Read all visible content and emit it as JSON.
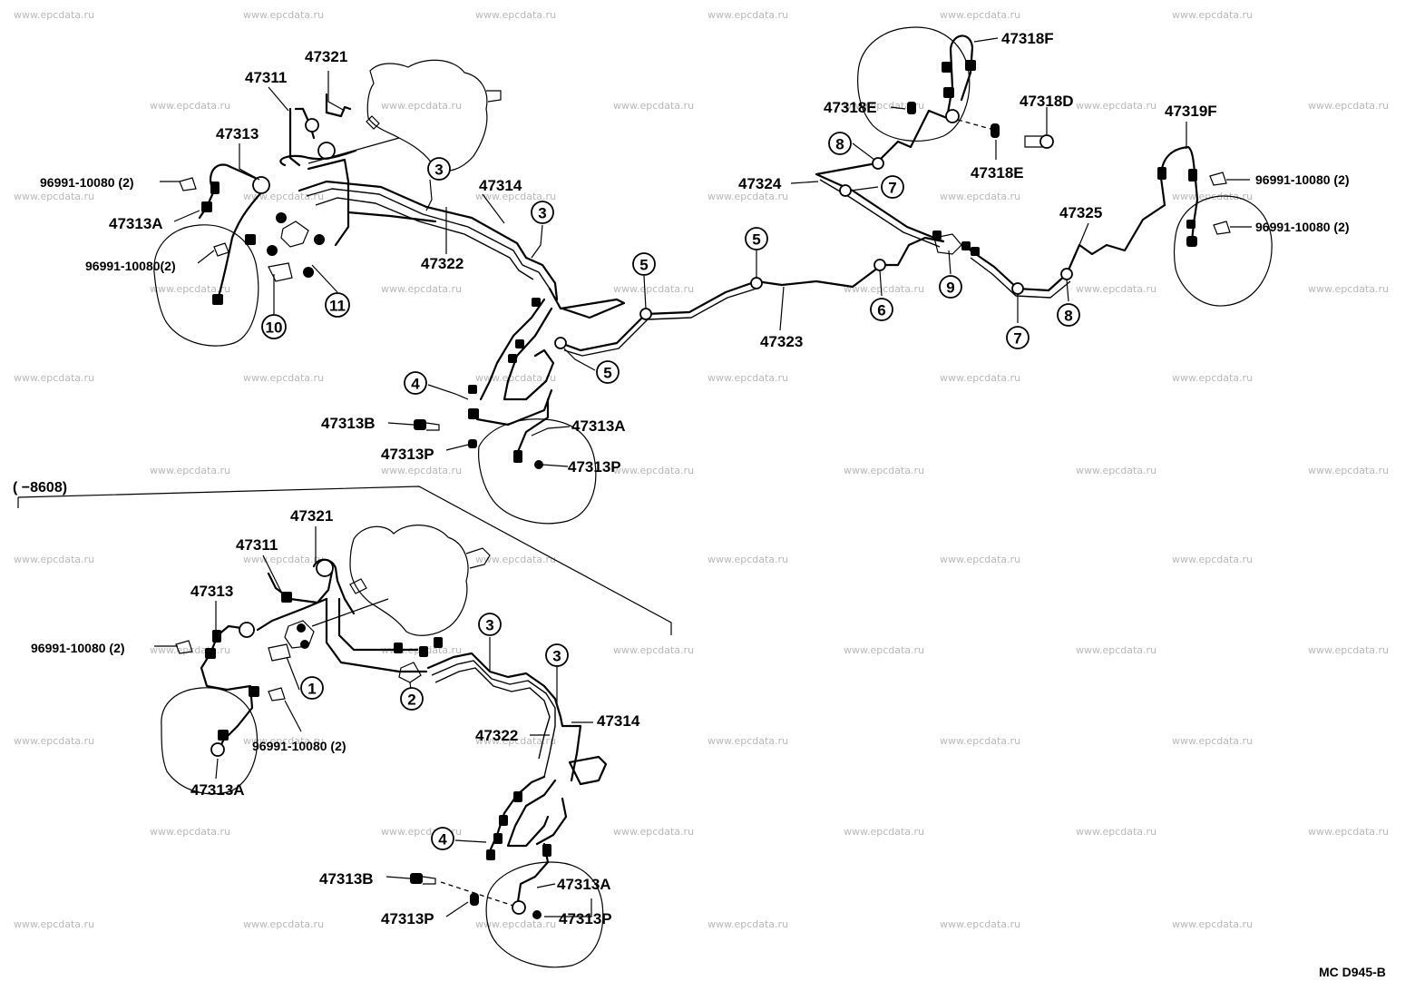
{
  "watermark": "www.epcdata.ru",
  "main_diagram": {
    "labels": {
      "p47321": "47321",
      "p47311": "47311",
      "p47313": "47313",
      "p96991_a": "96991-10080 (2)",
      "p47313A_a": "47313A",
      "p96991_b": "96991-10080(2)",
      "p47314": "47314",
      "p47322": "47322",
      "p47313B": "47313B",
      "p47313P_a": "47313P",
      "p47313A_b": "47313A",
      "p47313P_b": "47313P",
      "p47323": "47323",
      "p47324": "47324",
      "p47318F": "47318F",
      "p47318E_a": "47318E",
      "p47318D": "47318D",
      "p47318E_b": "47318E",
      "p47319F": "47319F",
      "p96991_c": "96991-10080 (2)",
      "p96991_d": "96991-10080 (2)",
      "p47325": "47325"
    },
    "callouts": {
      "c3a": "3",
      "c3b": "3",
      "c11": "11",
      "c10": "10",
      "c5a": "5",
      "c5b": "5",
      "c5c": "5",
      "c4": "4",
      "c6": "6",
      "c7a": "7",
      "c7b": "7",
      "c8a": "8",
      "c8b": "8",
      "c9": "9"
    }
  },
  "inset_diagram": {
    "caption": "(      −8608)",
    "labels": {
      "p47321": "47321",
      "p47311": "47311",
      "p47313": "47313",
      "p96991_a": "96991-10080 (2)",
      "p96991_b": "96991-10080 (2)",
      "p47313A_a": "47313A",
      "p47314": "47314",
      "p47322": "47322",
      "p47313B": "47313B",
      "p47313P_a": "47313P",
      "p47313A_b": "47313A",
      "p47313P_b": "47313P"
    },
    "callouts": {
      "c1": "1",
      "c2": "2",
      "c3a": "3",
      "c3b": "3",
      "c4": "4"
    }
  },
  "drawing_code": "MC  D945-B"
}
